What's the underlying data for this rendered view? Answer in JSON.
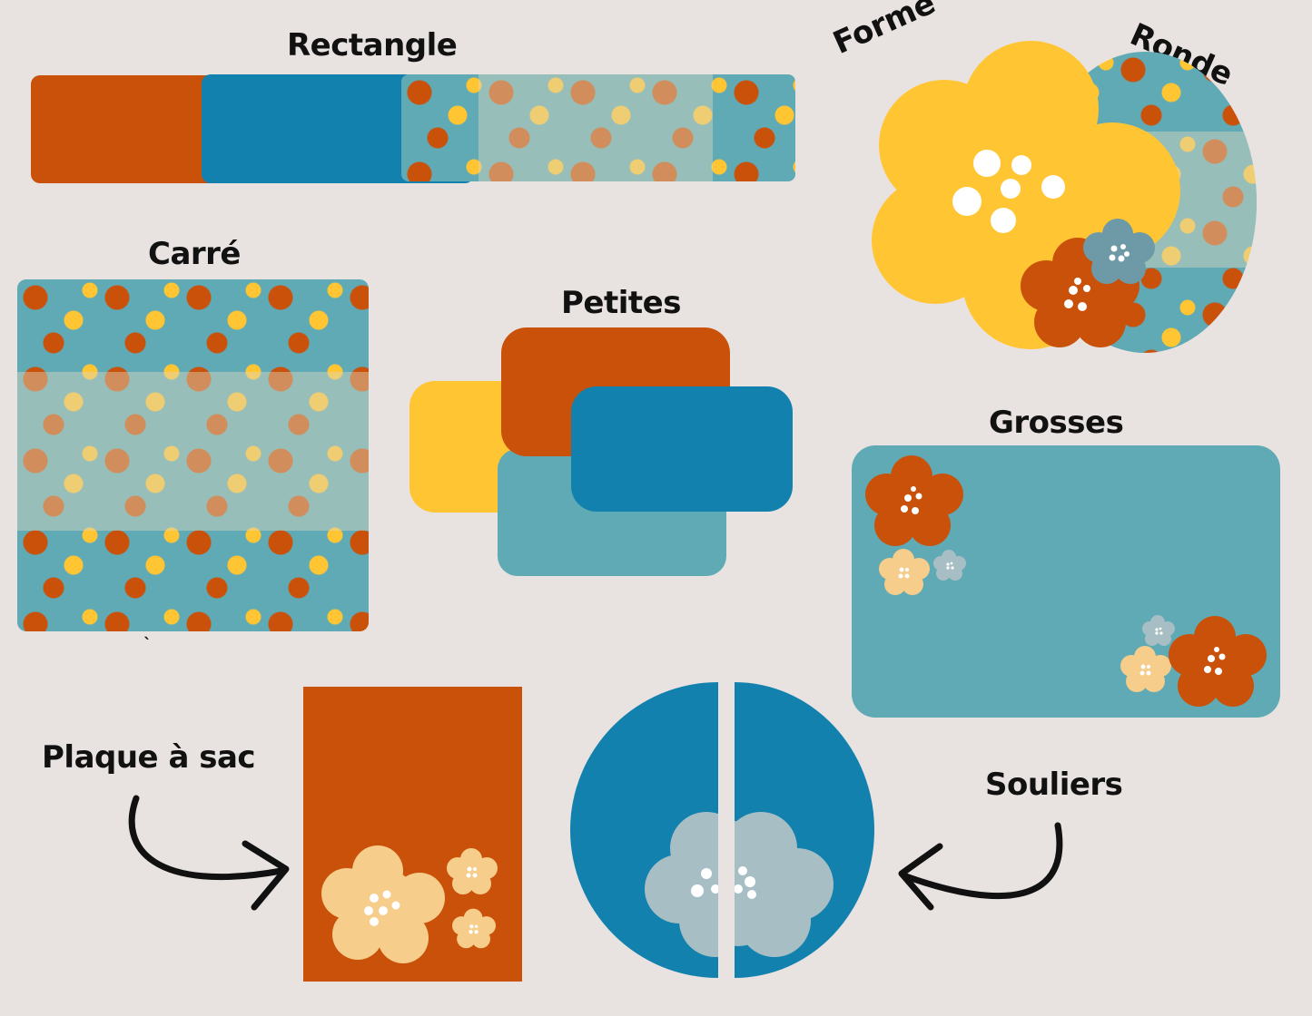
{
  "labels": {
    "rectangle": "Rectangle",
    "forme": "Forme",
    "ronde": "Ronde",
    "carre": "Carré",
    "petites": "Petites",
    "grosses": "Grosses",
    "plaque": "Plaque à sac",
    "souliers": "Souliers"
  },
  "colors": {
    "orange": "#c9510a",
    "blue": "#1381ae",
    "teal": "#5faab5",
    "yellow": "#ffc533",
    "cream": "#f6cd8a",
    "grey_blue": "#a7bfc4",
    "background": "#e8e3e1"
  }
}
